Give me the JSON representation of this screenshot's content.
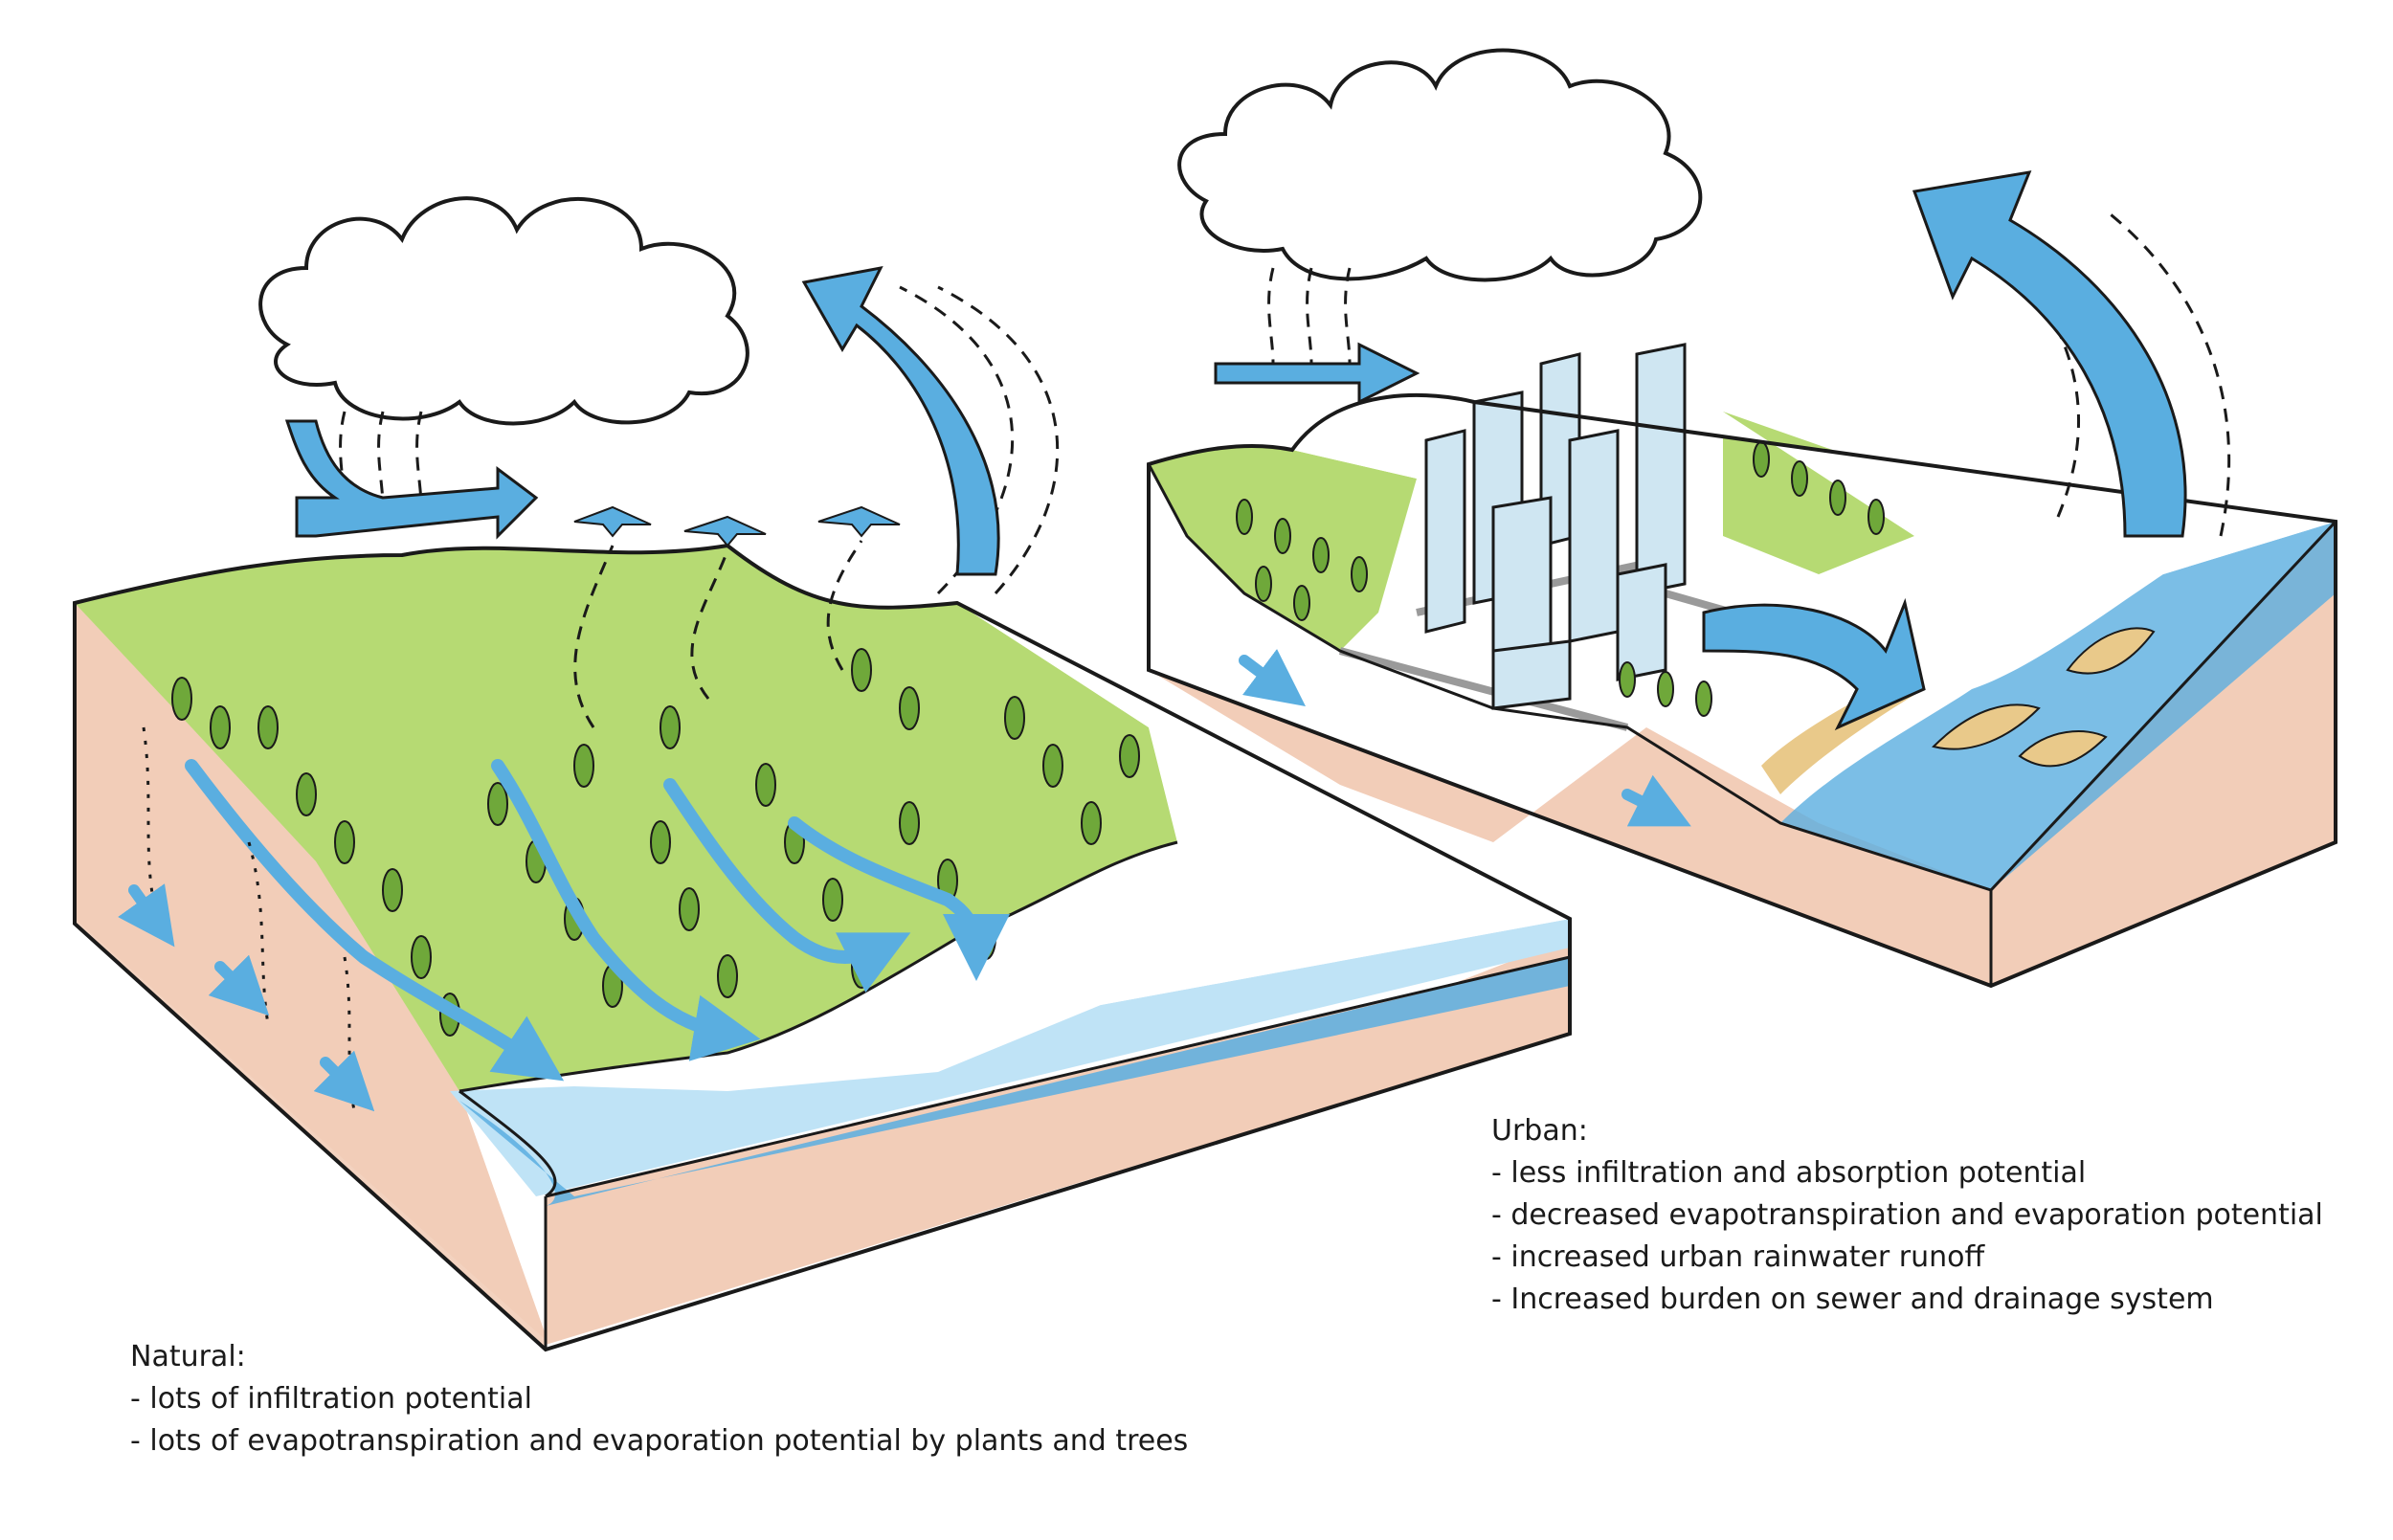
{
  "natural": {
    "heading": "Natural:",
    "points": [
      "- lots of infiltration potential",
      "- lots of evapotranspiration and evaporation potential by plants and trees"
    ]
  },
  "urban": {
    "heading": "Urban:",
    "points": [
      "- less infiltration and absorption potential",
      "- decreased evapotranspiration and evaporation potential",
      "- increased urban rainwater runoff",
      "- Increased burden on sewer and drainage system"
    ]
  },
  "colors": {
    "ground": "#f2cdb8",
    "vegetation": "#a9d45a",
    "tree": "#6fa83a",
    "water": "#5aaee0",
    "water_light": "#bfe3f6",
    "building": "#cfe6f2",
    "road": "#9a9a9a",
    "sand": "#e9c98a",
    "ink": "#1a1a1a"
  }
}
